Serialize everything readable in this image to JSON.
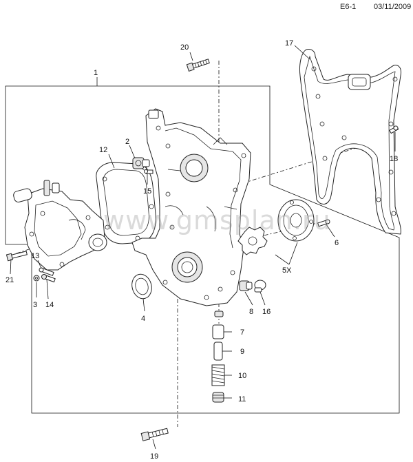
{
  "header": {
    "page_ref": "E6-1",
    "date": "03/11/2009"
  },
  "watermark": "www.gmsplan.ru",
  "callouts": [
    "1",
    "2",
    "3",
    "4",
    "5X",
    "6",
    "7",
    "8",
    "9",
    "10",
    "11",
    "12",
    "13",
    "14",
    "15",
    "16",
    "17",
    "18",
    "19",
    "20",
    "21"
  ]
}
